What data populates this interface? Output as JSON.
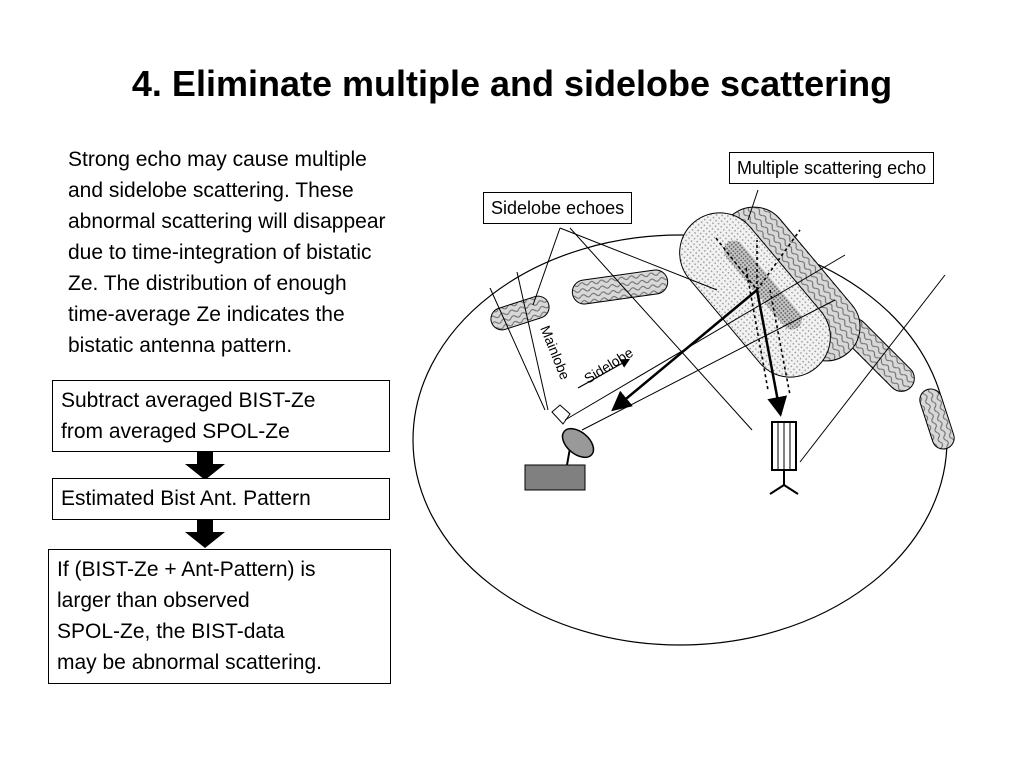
{
  "slide": {
    "title": "4. Eliminate multiple and sidelobe scattering",
    "intro": "Strong echo may cause multiple\nand sidelobe scattering.  These\nabnormal scattering will disappear\ndue to time-integration of bistatic\nZe.  The distribution of enough\ntime-average Ze indicates the\nbistatic antenna pattern."
  },
  "steps": [
    {
      "text": "Subtract averaged BIST-Ze\nfrom averaged SPOL-Ze"
    },
    {
      "text": "Estimated Bist Ant. Pattern"
    },
    {
      "text": "If (BIST-Ze + Ant-Pattern) is\nlarger than  observed\nSPOL-Ze, the BIST-data\nmay be abnormal scattering."
    }
  ],
  "diagram": {
    "label_multiple": "Multiple scattering echo",
    "label_sidelobe_echoes": "Sidelobe echoes",
    "label_mainlobe": "Mainlobe",
    "label_sidelobe": "Sidelobe"
  },
  "colors": {
    "cloud_fill": "#e4e4e4",
    "core_fill": "#a8a8a8",
    "radar_base": "#808080",
    "line": "#000000"
  },
  "icons": {
    "step_arrow": "down-arrow-icon",
    "radar": "radar-dish-icon",
    "receiver": "bistatic-receiver-icon"
  }
}
